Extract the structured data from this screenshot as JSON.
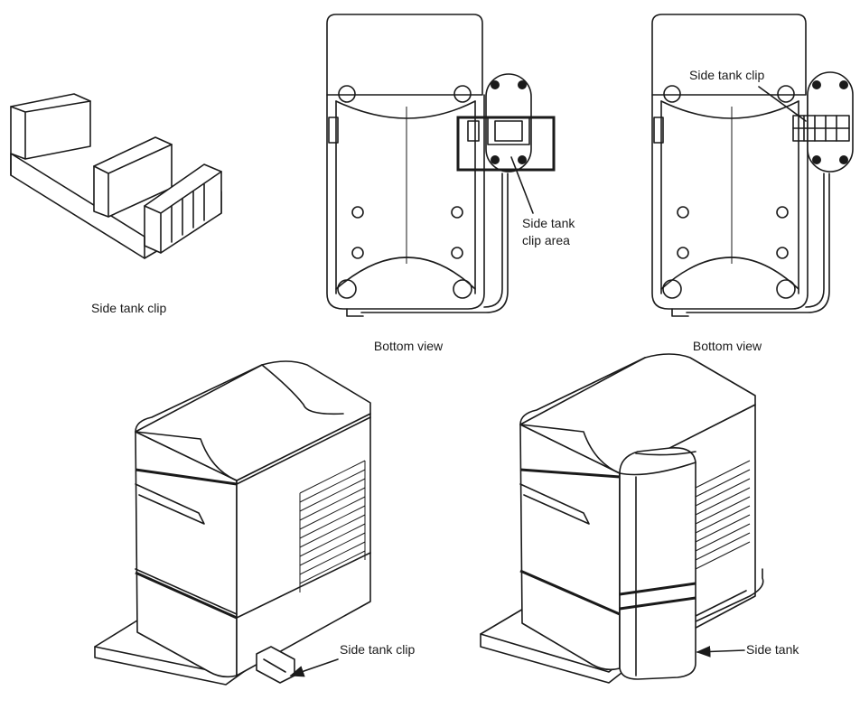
{
  "labels": {
    "clip_caption": "Side tank clip",
    "bottom_view_1": "Bottom view",
    "bottom_view_2": "Bottom view",
    "clip_area_line1": "Side tank",
    "clip_area_line2": "clip area",
    "clip_callout_top": "Side tank clip",
    "clip_callout_bottom": "Side tank clip",
    "side_tank": "Side tank"
  },
  "colors": {
    "line": "#1a1a1a",
    "background": "#ffffff"
  }
}
